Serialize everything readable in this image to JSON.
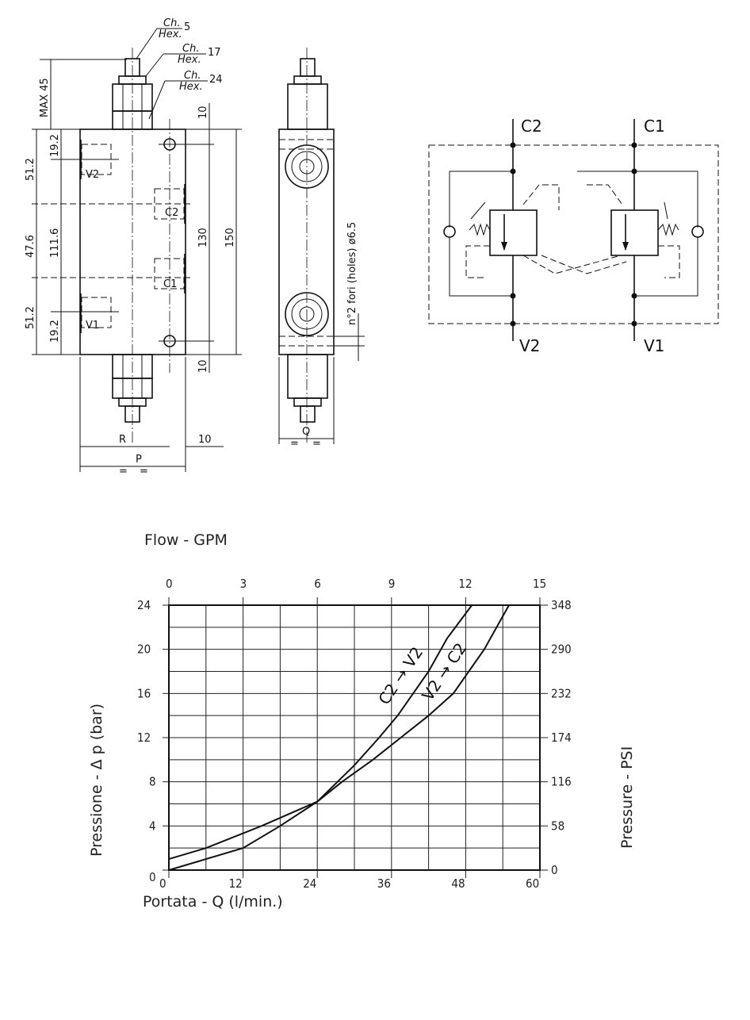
{
  "drawing": {
    "hex_label_top": "Ch.",
    "hex_label_bottom": "Hex.",
    "hex_sizes": [
      "5",
      "17",
      "24"
    ],
    "dims_left": [
      "MAX 45",
      "19.2",
      "51.2",
      "47.6",
      "111.6",
      "51.2",
      "19.2"
    ],
    "dims_right": [
      "10",
      "130",
      "150",
      "10"
    ],
    "ports": [
      "V2",
      "C2",
      "C1",
      "V1"
    ],
    "holes_note": "n°2 fori (holes) ø6.5",
    "width_labels": {
      "R": "R",
      "P": "P",
      "Q": "Q",
      "ten": "10",
      "equal": "="
    }
  },
  "schematic": {
    "ports_top": [
      "C2",
      "C1"
    ],
    "ports_bottom": [
      "V2",
      "V1"
    ]
  },
  "chart_data": {
    "type": "line",
    "title_top": "Flow - GPM",
    "xlabel": "Portata - Q (l/min.)",
    "ylabel": "Pressione - Δ p (bar)",
    "ylabel_right": "Pressure - PSI",
    "xlim": [
      0,
      60
    ],
    "ylim": [
      0,
      24
    ],
    "x_ticks": [
      "0",
      "12",
      "24",
      "36",
      "48",
      "60"
    ],
    "y_ticks": [
      "0",
      "4",
      "8",
      "12",
      "16",
      "20",
      "24"
    ],
    "top_ticks": [
      "0",
      "3",
      "6",
      "9",
      "12",
      "15"
    ],
    "right_ticks": [
      "0",
      "58",
      "116",
      "174",
      "232",
      "290",
      "348"
    ],
    "grid": true,
    "series": [
      {
        "name": "C2 → V2",
        "x": [
          0,
          12,
          18,
          24,
          30,
          34,
          37,
          42,
          45,
          49
        ],
        "y": [
          0,
          2,
          4,
          6.2,
          9.5,
          12,
          14,
          18,
          21,
          24
        ]
      },
      {
        "name": "V2 → C2",
        "x": [
          0,
          6,
          15,
          24,
          28,
          33,
          42,
          46,
          51,
          55
        ],
        "y": [
          1,
          2,
          4,
          6.2,
          8,
          10,
          14,
          16,
          20,
          24
        ]
      }
    ]
  }
}
